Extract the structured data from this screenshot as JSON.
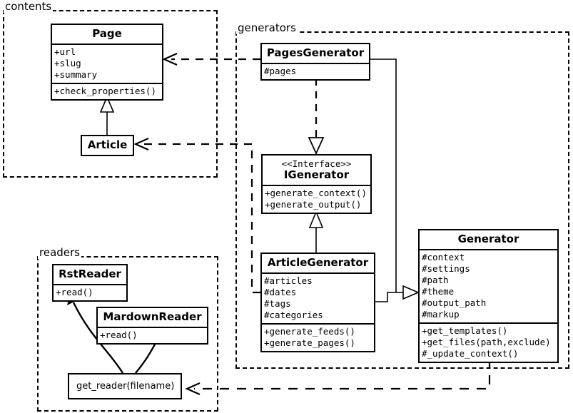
{
  "diagram": {
    "type": "uml-class-diagram",
    "packages": [
      {
        "id": "contents",
        "label": "contents"
      },
      {
        "id": "generators",
        "label": "generators"
      },
      {
        "id": "readers",
        "label": "readers"
      }
    ],
    "classes": [
      {
        "id": "page",
        "package": "contents",
        "name": "Page",
        "stereotype": "",
        "attributes": [
          "+url",
          "+slug",
          "+summary"
        ],
        "operations": [
          "+check_properties()"
        ]
      },
      {
        "id": "article",
        "package": "contents",
        "name": "Article",
        "stereotype": "",
        "attributes": [],
        "operations": []
      },
      {
        "id": "pagesgenerator",
        "package": "generators",
        "name": "PagesGenerator",
        "stereotype": "",
        "attributes": [
          "#pages"
        ],
        "operations": []
      },
      {
        "id": "igenerator",
        "package": "generators",
        "name": "IGenerator",
        "stereotype": "<<Interface>>",
        "attributes": [],
        "operations": [
          "+generate_context()",
          "+generate_output()"
        ]
      },
      {
        "id": "articlegenerator",
        "package": "generators",
        "name": "ArticleGenerator",
        "stereotype": "",
        "attributes": [
          "#articles",
          "#dates",
          "#tags",
          "#categories"
        ],
        "operations": [
          "+generate_feeds()",
          "+generate_pages()"
        ]
      },
      {
        "id": "generator",
        "package": "generators",
        "name": "Generator",
        "stereotype": "",
        "attributes": [
          "#context",
          "#settings",
          "#path",
          "#theme",
          "#output_path",
          "#markup"
        ],
        "operations": [
          "+get_templates()",
          "+get_files(path,exclude)",
          "#_update_context()"
        ]
      },
      {
        "id": "rstreader",
        "package": "readers",
        "name": "RstReader",
        "stereotype": "",
        "attributes": [],
        "operations": [
          "+read()"
        ]
      },
      {
        "id": "mardownreader",
        "package": "readers",
        "name": "MardownReader",
        "stereotype": "",
        "attributes": [],
        "operations": [
          "+read()"
        ]
      },
      {
        "id": "get_reader",
        "package": "readers",
        "name": "get_reader(filename)",
        "stereotype": "",
        "attributes": [],
        "operations": []
      }
    ],
    "relationships": [
      {
        "from": "pagesgenerator",
        "to": "page",
        "kind": "dependency"
      },
      {
        "from": "articlegenerator",
        "to": "article",
        "kind": "dependency"
      },
      {
        "from": "article",
        "to": "page",
        "kind": "generalization"
      },
      {
        "from": "pagesgenerator",
        "to": "igenerator",
        "kind": "realization"
      },
      {
        "from": "articlegenerator",
        "to": "igenerator",
        "kind": "generalization"
      },
      {
        "from": "pagesgenerator",
        "to": "generator",
        "kind": "generalization"
      },
      {
        "from": "articlegenerator",
        "to": "generator",
        "kind": "generalization"
      },
      {
        "from": "generator",
        "to": "get_reader",
        "kind": "dependency"
      },
      {
        "from": "get_reader",
        "to": "rstreader",
        "kind": "creates"
      },
      {
        "from": "get_reader",
        "to": "mardownreader",
        "kind": "creates"
      }
    ],
    "colors": {
      "line": "#000000",
      "background": "#ffffff",
      "text": "#000000"
    }
  }
}
